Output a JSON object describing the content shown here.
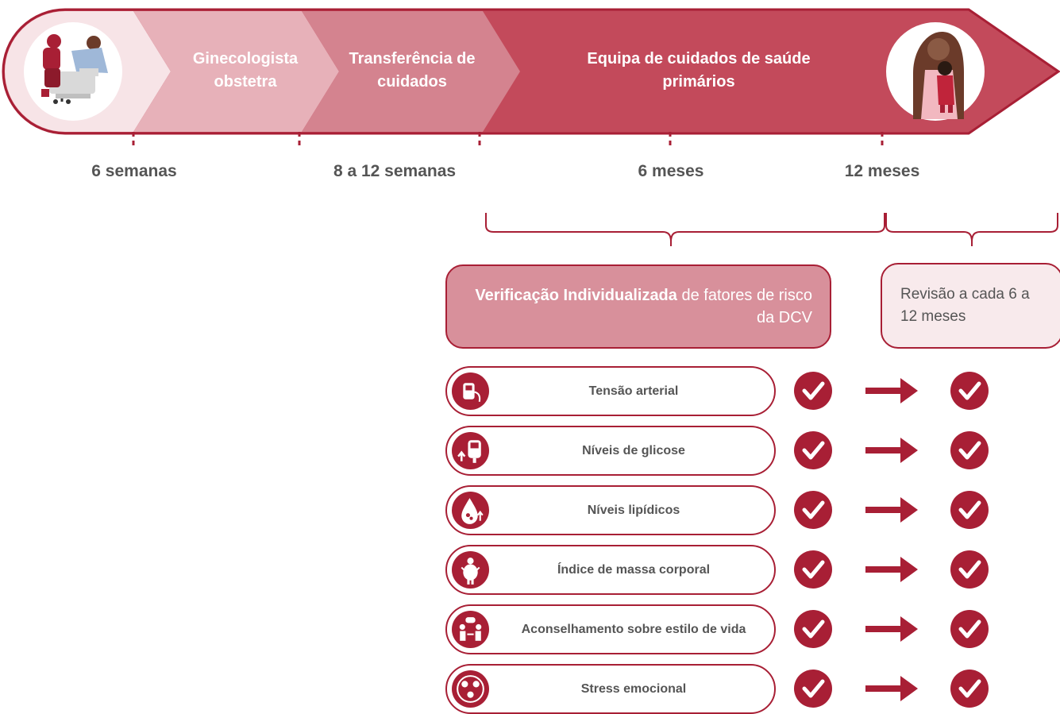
{
  "colors": {
    "dark_red": "#a81f35",
    "mid_red": "#c34a5b",
    "light_pink": "#e7b1b9",
    "pale_pink": "#f8eaec",
    "text_gray": "#555555"
  },
  "stages": [
    {
      "label": "Ginecologista obstetra"
    },
    {
      "label": "Transferência de cuidados"
    },
    {
      "label": "Equipa de cuidados de saúde primários"
    }
  ],
  "timepoints": [
    "6 semanas",
    "8 a 12 semanas",
    "6 meses",
    "12 meses"
  ],
  "individual_box": {
    "bold": "Verificação Individualizada",
    "rest": "de fatores de risco da DCV"
  },
  "review_box": {
    "text": "Revisão a cada 6 a 12 meses"
  },
  "checks": [
    {
      "label": "Tensão arterial",
      "icon": "blood-pressure-icon"
    },
    {
      "label": "Níveis de glicose",
      "icon": "glucose-meter-icon"
    },
    {
      "label": "Níveis lipídicos",
      "icon": "lipid-drop-icon"
    },
    {
      "label": "Índice de massa corporal",
      "icon": "body-mass-icon"
    },
    {
      "label": "Aconselhamento sobre estilo de vida",
      "icon": "counseling-icon"
    },
    {
      "label": "Stress emocional",
      "icon": "emotional-stress-icon"
    }
  ],
  "images": {
    "left": "doctor-patient-illustration",
    "right": "mother-baby-illustration"
  }
}
